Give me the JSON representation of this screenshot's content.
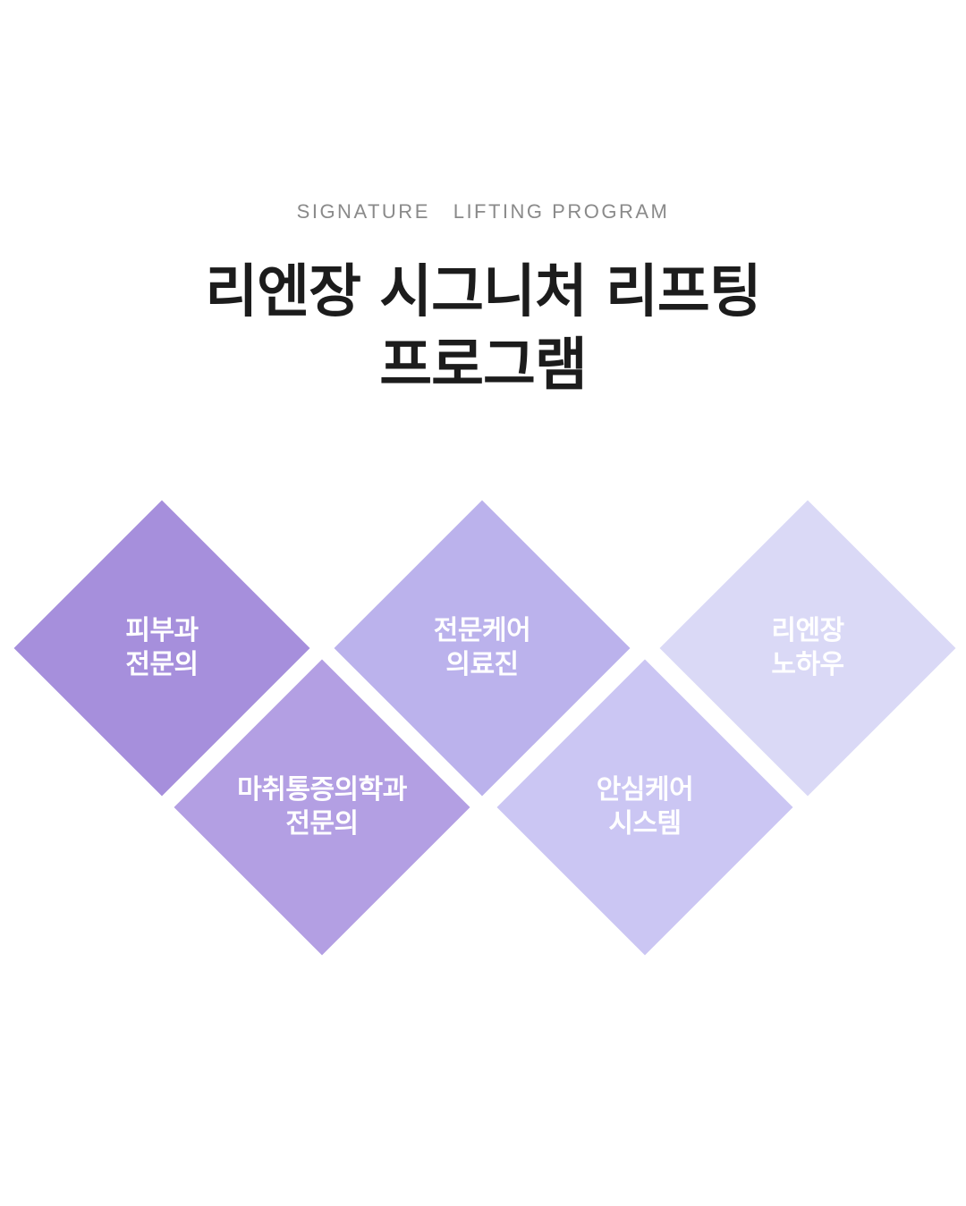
{
  "header": {
    "eyebrow": "SIGNATURE   LIFTING PROGRAM",
    "title_line1": "리엔장 시그니처 리프팅",
    "title_line2": "프로그램"
  },
  "diamonds": [
    {
      "line1": "피부과",
      "line2": "전문의",
      "color": "#a68fdc"
    },
    {
      "line1": "마취통증의학과",
      "line2": "전문의",
      "color": "#b39fe3"
    },
    {
      "line1": "전문케어",
      "line2": "의료진",
      "color": "#bbb2ec"
    },
    {
      "line1": "안심케어",
      "line2": "시스템",
      "color": "#cbc6f3"
    },
    {
      "line1": "리엔장",
      "line2": "노하우",
      "color": "#dad9f6"
    }
  ]
}
